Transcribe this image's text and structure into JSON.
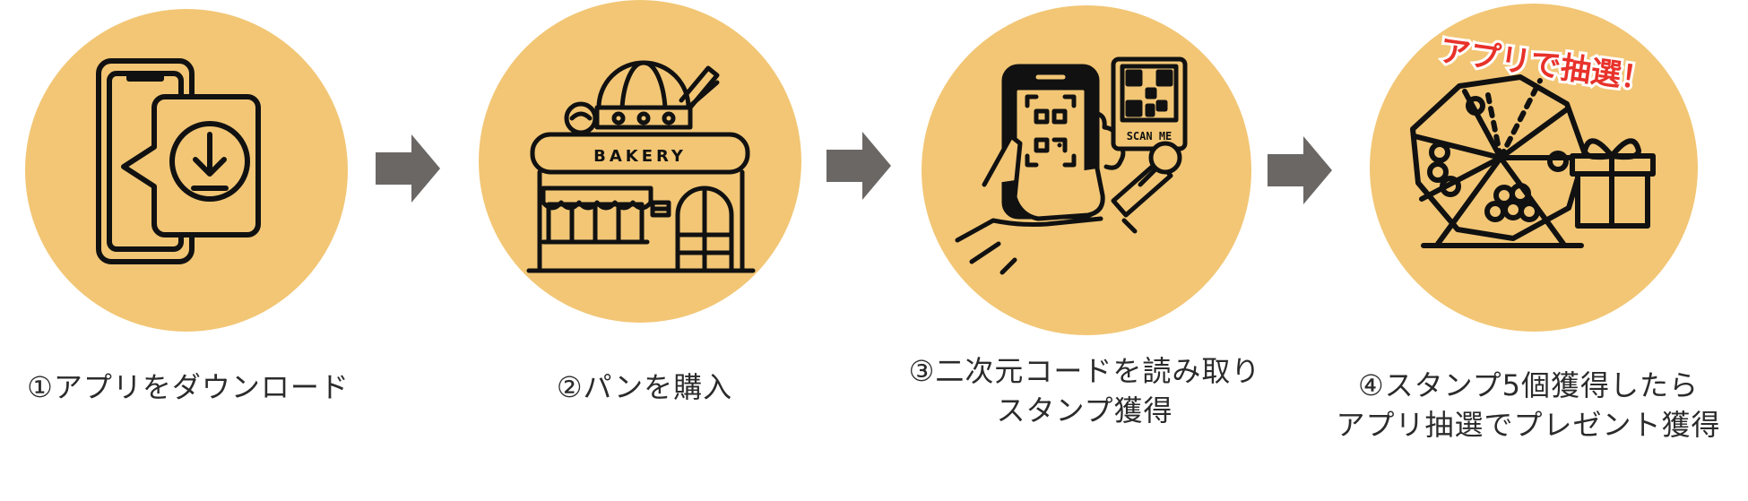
{
  "steps": [
    {
      "id": "download",
      "icon": "phone-download-icon",
      "caption": [
        "①アプリをダウンロード"
      ]
    },
    {
      "id": "buy",
      "icon": "bakery-shop-icon",
      "shop_sign": "BAKERY",
      "caption": [
        "②パンを購入"
      ]
    },
    {
      "id": "scan",
      "icon": "phone-qr-scan-icon",
      "qr_label": "SCAN ME",
      "caption": [
        "③二次元コードを読み取り",
        "スタンプ獲得"
      ]
    },
    {
      "id": "lottery",
      "icon": "lottery-wheel-gift-icon",
      "badge": "アプリで抽選！",
      "caption": [
        "④スタンプ5個獲得したら",
        "アプリ抽選でプレゼント獲得"
      ]
    }
  ],
  "colors": {
    "circle": "#f2c675",
    "arrow": "#6b6765",
    "line": "#111111",
    "badge": "#e8322a",
    "text": "#2b2b2b"
  }
}
